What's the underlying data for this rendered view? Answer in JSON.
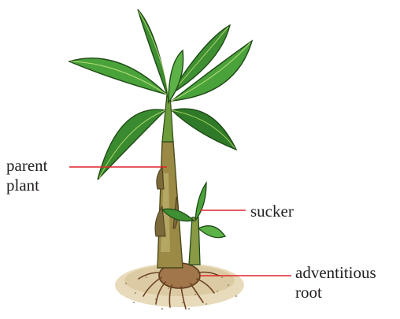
{
  "labels": {
    "parent_plant": [
      "parent",
      "plant"
    ],
    "sucker": "sucker",
    "adventitious_root": [
      "adventitious",
      "root"
    ]
  },
  "colors": {
    "leader_line": "#e0242b",
    "leaf_dark": "#2e7d32",
    "leaf_light": "#7cc142",
    "stem": "#8a7a3c",
    "soil": "#e3d4b3",
    "root": "#7a5230"
  }
}
